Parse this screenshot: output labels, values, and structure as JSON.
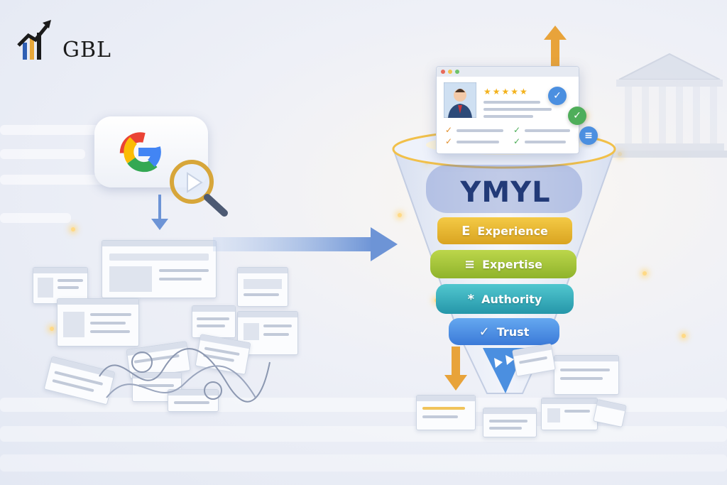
{
  "brand": {
    "name": "GBL"
  },
  "icons": {
    "logo": "bar-chart-arrow-icon",
    "search": "google-g-icon",
    "magnifier": "magnifier-icon",
    "profile": "user-avatar-icon",
    "temple": "courthouse-icon"
  },
  "funnel": {
    "title": "YMYL",
    "levels": [
      {
        "label": "Experience",
        "icon": "E",
        "color": "#e9b928"
      },
      {
        "label": "Expertise",
        "icon": "≡",
        "color": "#a9c93a"
      },
      {
        "label": "Authority",
        "icon": "*",
        "color": "#35b3bd"
      },
      {
        "label": "Trust",
        "icon": "✓",
        "color": "#4b8fe0"
      }
    ]
  },
  "profile_card": {
    "stars": "★★★★★"
  },
  "colors": {
    "arrow": "#e8a33a",
    "flow_arrow": "#6d94d6",
    "brand_dark": "#1b1b1b"
  }
}
